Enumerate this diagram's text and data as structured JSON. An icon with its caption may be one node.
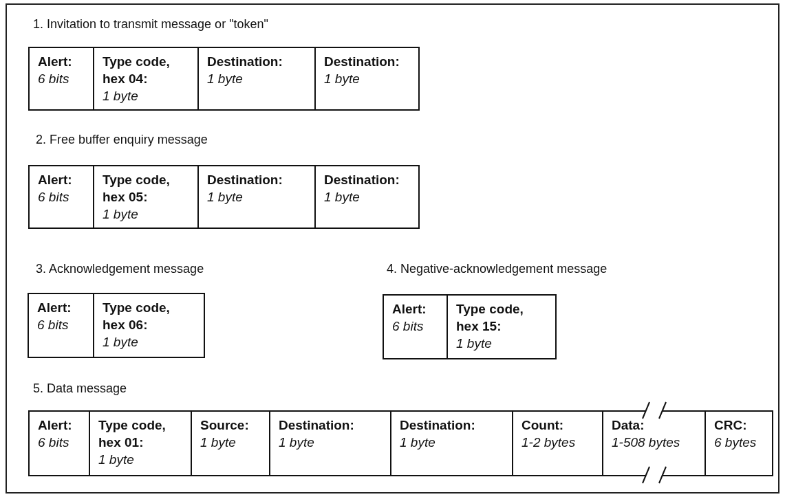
{
  "diagram": {
    "nodes": [
      {
        "text": [
          "Alert:",
          "6 bits"
        ]
      },
      {
        "text": [
          "Type code, hex 04:",
          "1 byte"
        ]
      },
      {
        "text": [
          "Destination:",
          "1 byte"
        ]
      },
      {
        "text": [
          "Destination:",
          "1 byte"
        ]
      },
      {
        "text": [
          "Alert:",
          "6 bits"
        ]
      },
      {
        "text": [
          "Type code, hex 05:",
          "1 byte"
        ]
      },
      {
        "text": [
          "Destination:",
          "1 byte"
        ]
      },
      {
        "text": [
          "Destination:",
          "1 byte"
        ]
      },
      {
        "text": [
          "Alert:",
          "6 bits"
        ]
      },
      {
        "text": [
          "Type code, hex 06:",
          "1 byte"
        ]
      },
      {
        "text": [
          "Alert:",
          "6 bits"
        ]
      },
      {
        "text": [
          "Type code, hex 15:",
          "1 byte"
        ]
      },
      {
        "text": [
          "Alert:",
          "6 bits"
        ]
      },
      {
        "text": [
          "Type code, hex 01:",
          "1 byte"
        ]
      },
      {
        "text": [
          "Source:",
          "1 byte"
        ]
      },
      {
        "text": [
          "Destination:",
          "1 byte"
        ]
      },
      {
        "text": [
          "Destination:",
          "1 byte"
        ]
      },
      {
        "text": [
          "Count:",
          "1-2 bytes"
        ]
      },
      {
        "text": [
          "Data:",
          "1-508 bytes"
        ]
      },
      {
        "text": [
          "CRC:",
          "6 bytes"
        ]
      }
    ],
    "edges": [],
    "labels": [
      "1. Invitation to transmit message or \"token\"",
      "2. Free buffer enquiry message",
      "3. Acknowledgement message",
      "4. Negative-acknowledgement message",
      "5. Data message"
    ]
  }
}
